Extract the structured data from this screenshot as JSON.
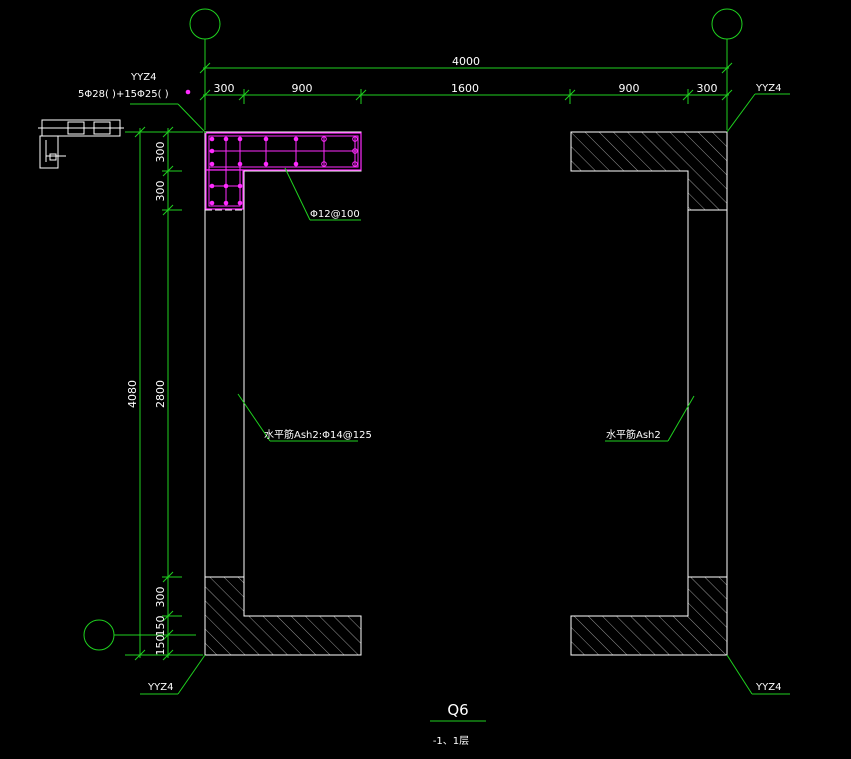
{
  "colors": {
    "background": "#000000",
    "wall_outline": "#ffffff",
    "dimension_line": "#1fd11f",
    "rebar": "#ff2bff",
    "text": "#ffffff"
  },
  "dimensions": {
    "top_total": "4000",
    "top_segments": [
      "300",
      "900",
      "1600",
      "900",
      "300"
    ],
    "left_total": "4080",
    "left_segments": [
      "300",
      "300",
      "2800",
      "300",
      "150",
      "150"
    ]
  },
  "labels": {
    "column_top_left": "YYZ4",
    "column_top_right": "YYZ4",
    "column_bottom_left": "YYZ4",
    "column_bottom_right": "YYZ4",
    "column_rebar": "5Φ28( )+15Φ25( )",
    "stirrup": "Φ12@100",
    "horizontal_rebar_left": "水平筋Ash2:Φ14@125",
    "horizontal_rebar_right": "水平筋Ash2"
  },
  "title": {
    "name": "Q6",
    "floors": "-1、1层"
  }
}
